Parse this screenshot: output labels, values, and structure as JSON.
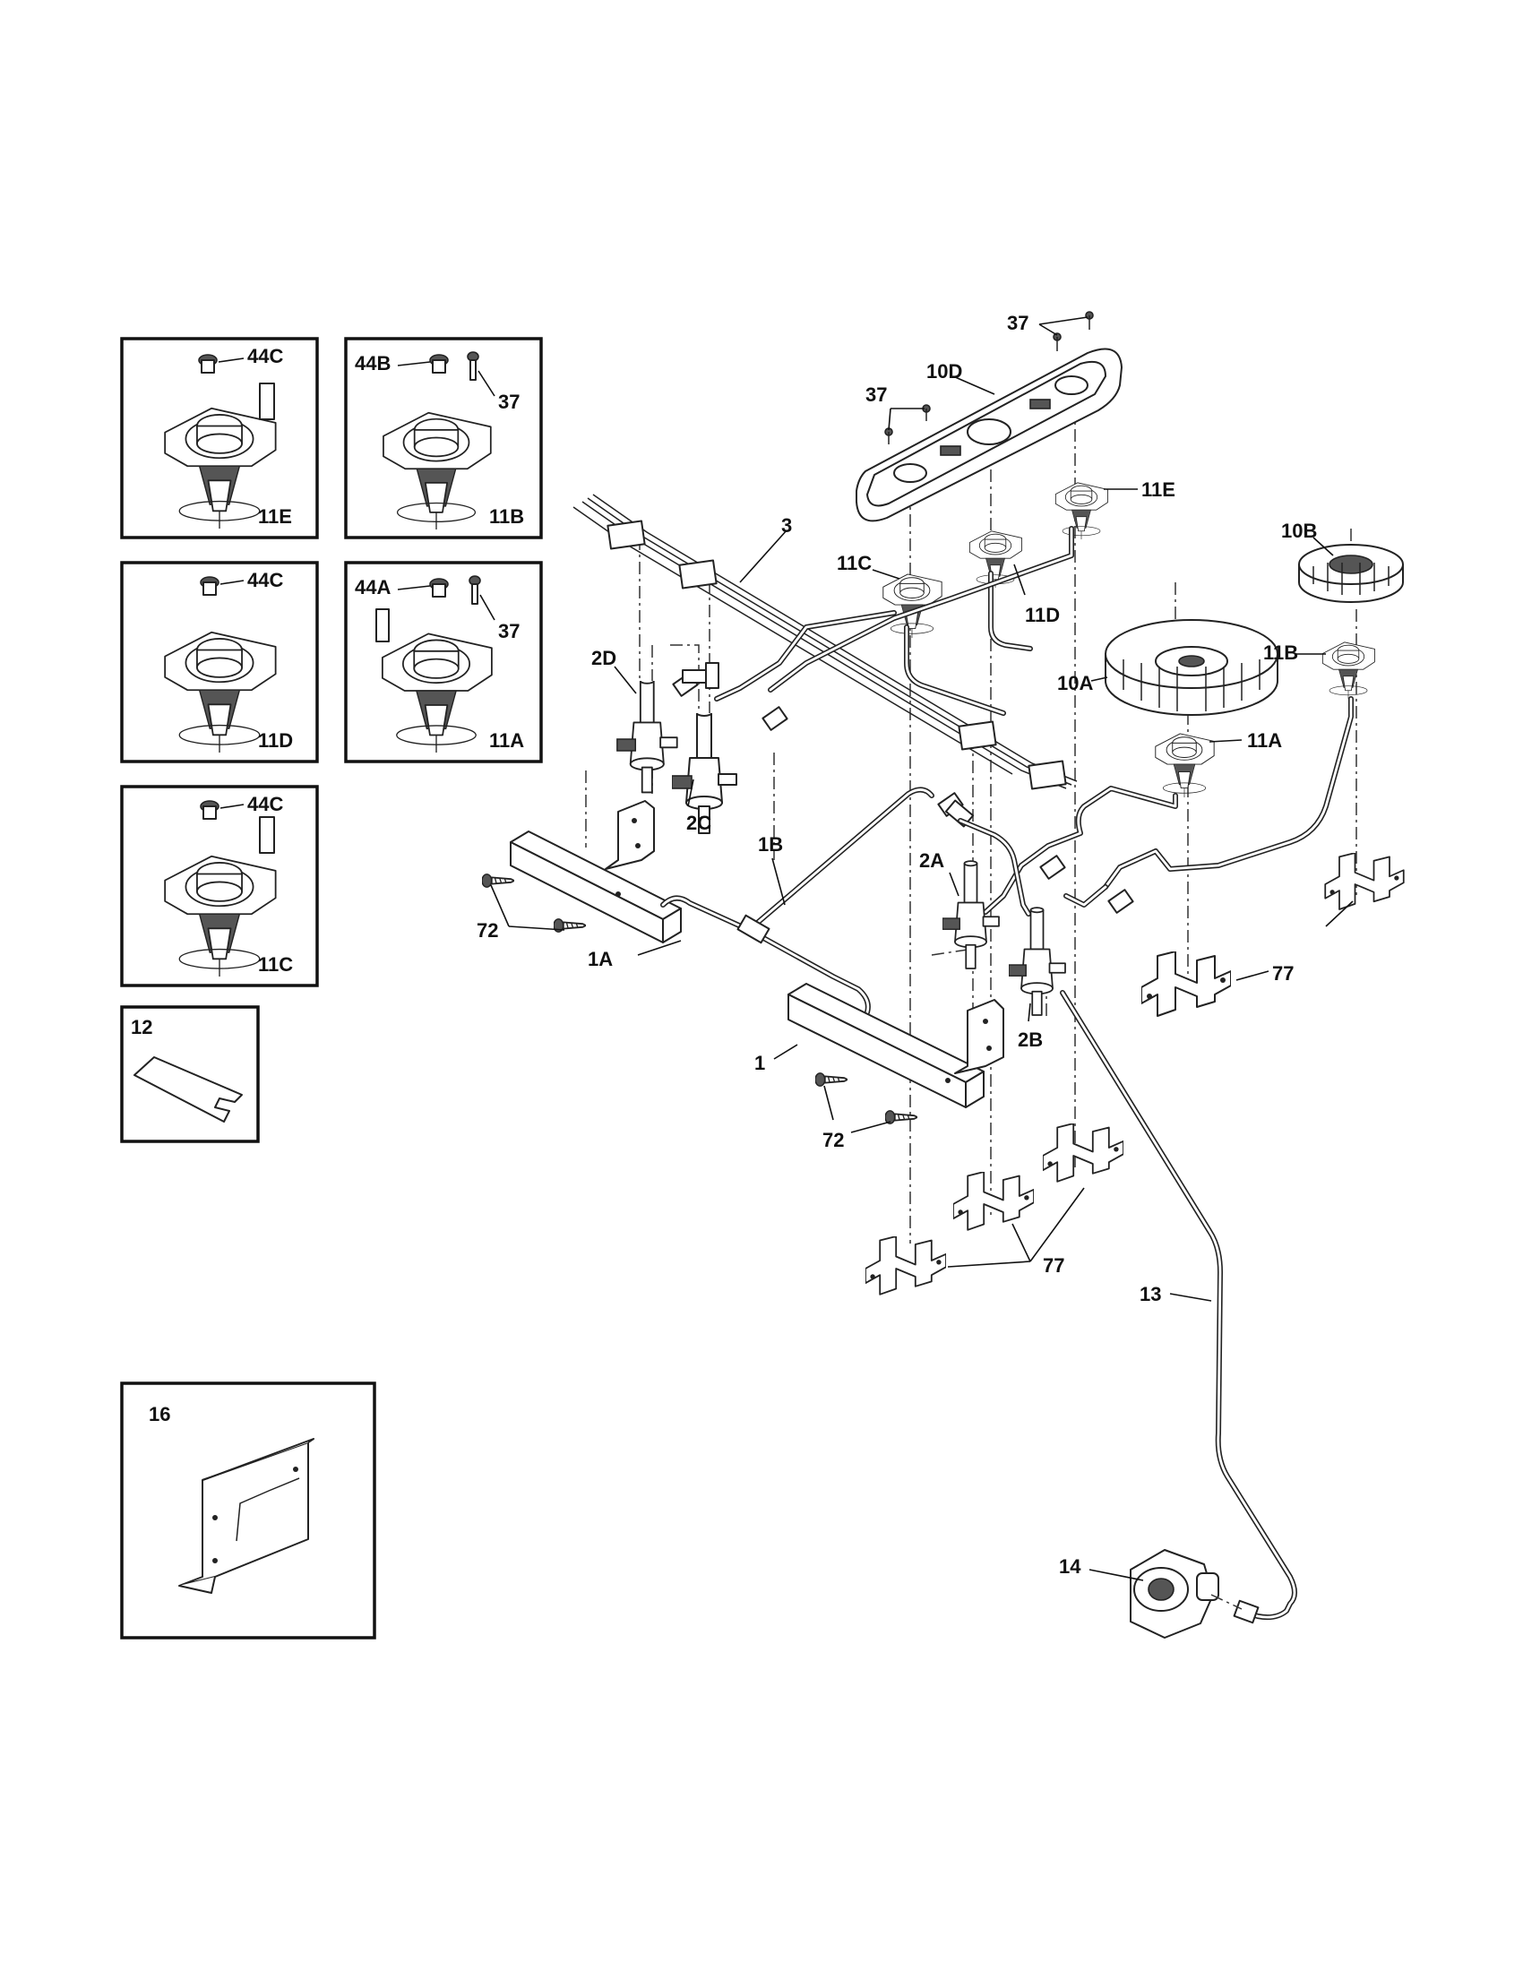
{
  "insets": {
    "a": {
      "label": "11E",
      "cap": "44C"
    },
    "b": {
      "label": "11B",
      "cap": "44B",
      "screw": "37"
    },
    "c": {
      "label": "11D",
      "cap": "44C"
    },
    "d": {
      "label": "11A",
      "cap": "44A",
      "screw": "37"
    },
    "e": {
      "label": "11C",
      "cap": "44C"
    },
    "f": {
      "label": "12"
    },
    "g": {
      "label": "16"
    }
  },
  "callouts": {
    "screws_top": "37",
    "screws_left": "37",
    "cap_10d": "10D",
    "burner_11e": "11E",
    "burner_10b": "10B",
    "burner_11b": "11B",
    "burner_10a": "10A",
    "burner_11a": "11A",
    "rail_3": "3",
    "burner_11c": "11C",
    "burner_11d": "11D",
    "valve_2d": "2D",
    "valve_2c": "2C",
    "tube_1b": "1B",
    "valve_2a": "2A",
    "screws_72_left": "72",
    "manifold_1a": "1A",
    "manifold_1": "1",
    "valve_2b": "2B",
    "screws_72_bottom": "72",
    "bracket_77_right": "77",
    "bracket_77_bottom": "77",
    "tube_13": "13",
    "regulator_14": "14"
  }
}
